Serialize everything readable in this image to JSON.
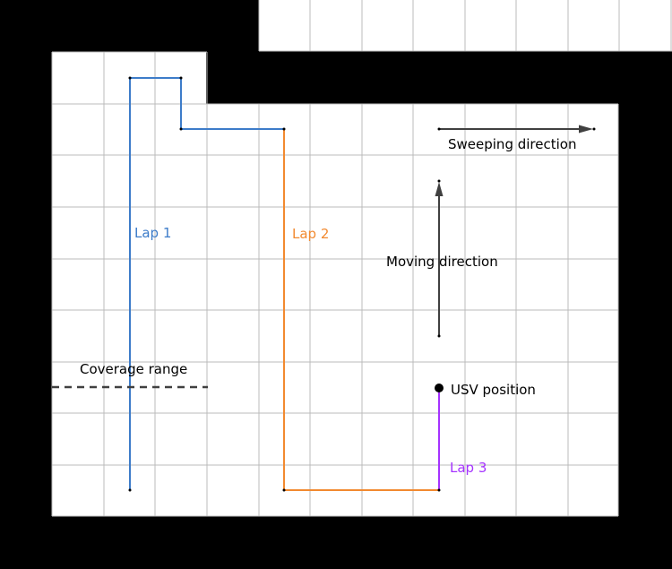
{
  "labels": {
    "lap1": "Lap 1",
    "lap2": "Lap 2",
    "lap3": "Lap 3",
    "sweeping": "Sweeping direction",
    "moving": "Moving direction",
    "usv": "USV position",
    "coverage": "Coverage range"
  },
  "colors": {
    "background": "#000000",
    "free_space": "#ffffff",
    "grid": "#bbbbbb",
    "lap1": "#3d7cc9",
    "lap2": "#f28a30",
    "lap3": "#a533ff",
    "arrow": "#404040",
    "text": "#000000"
  }
}
